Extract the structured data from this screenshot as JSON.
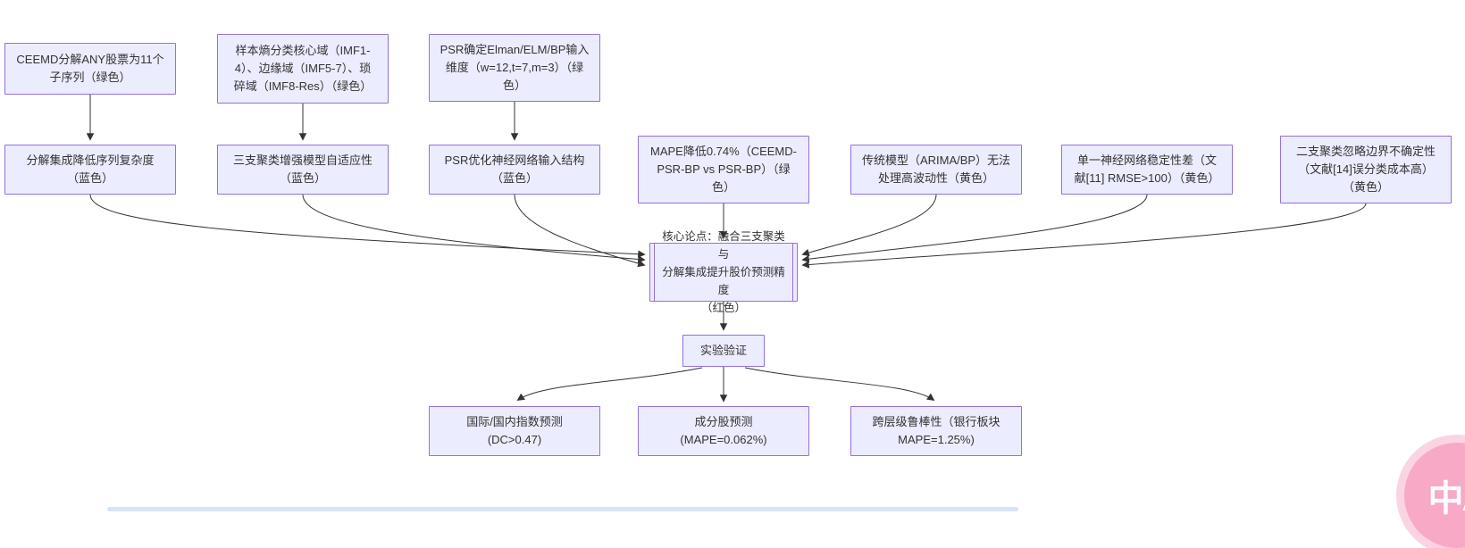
{
  "diagram": {
    "type": "flowchart",
    "colors": {
      "node_fill": "#ECECFF",
      "node_border": "#9370DB",
      "arrow": "#333333",
      "text": "#333333",
      "watermark_pink": "#f7a9c6"
    },
    "nodes": {
      "ceemd": {
        "label": "CEEMD分解ANY股票为11个\n子序列（绿色）"
      },
      "sample_entropy": {
        "label": "样本熵分类核心域（IMF1-\n4）、边缘域（IMF5-7）、琐\n碎域（IMF8-Res）（绿色）"
      },
      "psr_dim": {
        "label": "PSR确定Elman/ELM/BP输入\n维度（w=12,t=7,m=3）（绿\n色）"
      },
      "decomp": {
        "label": "分解集成降低序列复杂度\n（蓝色）"
      },
      "three_way": {
        "label": "三支聚类增强模型自适应性\n（蓝色）"
      },
      "psr_opt": {
        "label": "PSR优化神经网络输入结构\n（蓝色）"
      },
      "mape": {
        "label": "MAPE降低0.74%（CEEMD-\nPSR-BP vs PSR-BP）（绿\n色）"
      },
      "traditional": {
        "label": "传统模型（ARIMA/BP）无法\n处理高波动性（黄色）"
      },
      "single_nn": {
        "label": "单一神经网络稳定性差（文\n献[11] RMSE>100）（黄色）"
      },
      "two_way": {
        "label": "二支聚类忽略边界不确定性\n（文献[14]误分类成本高）\n（黄色）"
      },
      "core": {
        "label": "核心论点：融合三支聚类与\n分解集成提升股价预测精度\n（红色）"
      },
      "experiment": {
        "label": "实验验证"
      },
      "index_pred": {
        "label": "国际/国内指数预测\n(DC>0.47)"
      },
      "component_pred": {
        "label": "成分股预测\n(MAPE=0.062%)"
      },
      "robustness": {
        "label": "跨层级鲁棒性（银行板块\nMAPE=1.25%)"
      }
    },
    "edges": [
      {
        "from": "ceemd",
        "to": "decomp"
      },
      {
        "from": "sample_entropy",
        "to": "three_way"
      },
      {
        "from": "psr_dim",
        "to": "psr_opt"
      },
      {
        "from": "decomp",
        "to": "core"
      },
      {
        "from": "three_way",
        "to": "core"
      },
      {
        "from": "psr_opt",
        "to": "core"
      },
      {
        "from": "mape",
        "to": "core"
      },
      {
        "from": "traditional",
        "to": "core"
      },
      {
        "from": "single_nn",
        "to": "core"
      },
      {
        "from": "two_way",
        "to": "core"
      },
      {
        "from": "core",
        "to": "experiment"
      },
      {
        "from": "experiment",
        "to": "index_pred"
      },
      {
        "from": "experiment",
        "to": "component_pred"
      },
      {
        "from": "experiment",
        "to": "robustness"
      }
    ]
  },
  "watermark": {
    "label": "中A"
  }
}
